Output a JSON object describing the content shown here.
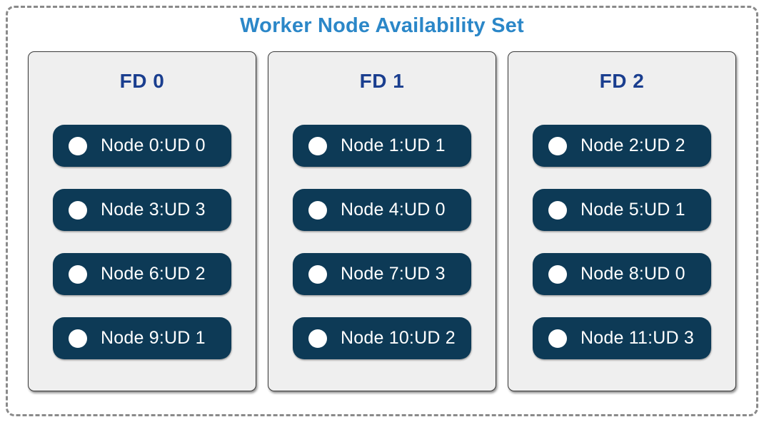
{
  "title": "Worker Node Availability Set",
  "colors": {
    "title_blue": "#2b87c8",
    "fd_label_blue": "#1a3e8f",
    "node_pill_navy": "#0d3a56",
    "node_text_white": "#ffffff",
    "node_icon_white": "#ffffff",
    "panel_background": "#efefef",
    "panel_border": "#3a3a3a",
    "outer_dashed_border": "#8a8a8a"
  },
  "icons": {
    "node_status": "filled-circle-icon"
  },
  "fault_domains": [
    {
      "label": "FD 0",
      "nodes": [
        {
          "label": "Node 0:UD 0"
        },
        {
          "label": "Node 3:UD 3"
        },
        {
          "label": "Node 6:UD 2"
        },
        {
          "label": "Node 9:UD 1"
        }
      ]
    },
    {
      "label": "FD 1",
      "nodes": [
        {
          "label": "Node 1:UD 1"
        },
        {
          "label": "Node 4:UD 0"
        },
        {
          "label": "Node 7:UD 3"
        },
        {
          "label": "Node 10:UD 2"
        }
      ]
    },
    {
      "label": "FD 2",
      "nodes": [
        {
          "label": "Node 2:UD 2"
        },
        {
          "label": "Node 5:UD 1"
        },
        {
          "label": "Node 8:UD 0"
        },
        {
          "label": "Node 11:UD 3"
        }
      ]
    }
  ]
}
